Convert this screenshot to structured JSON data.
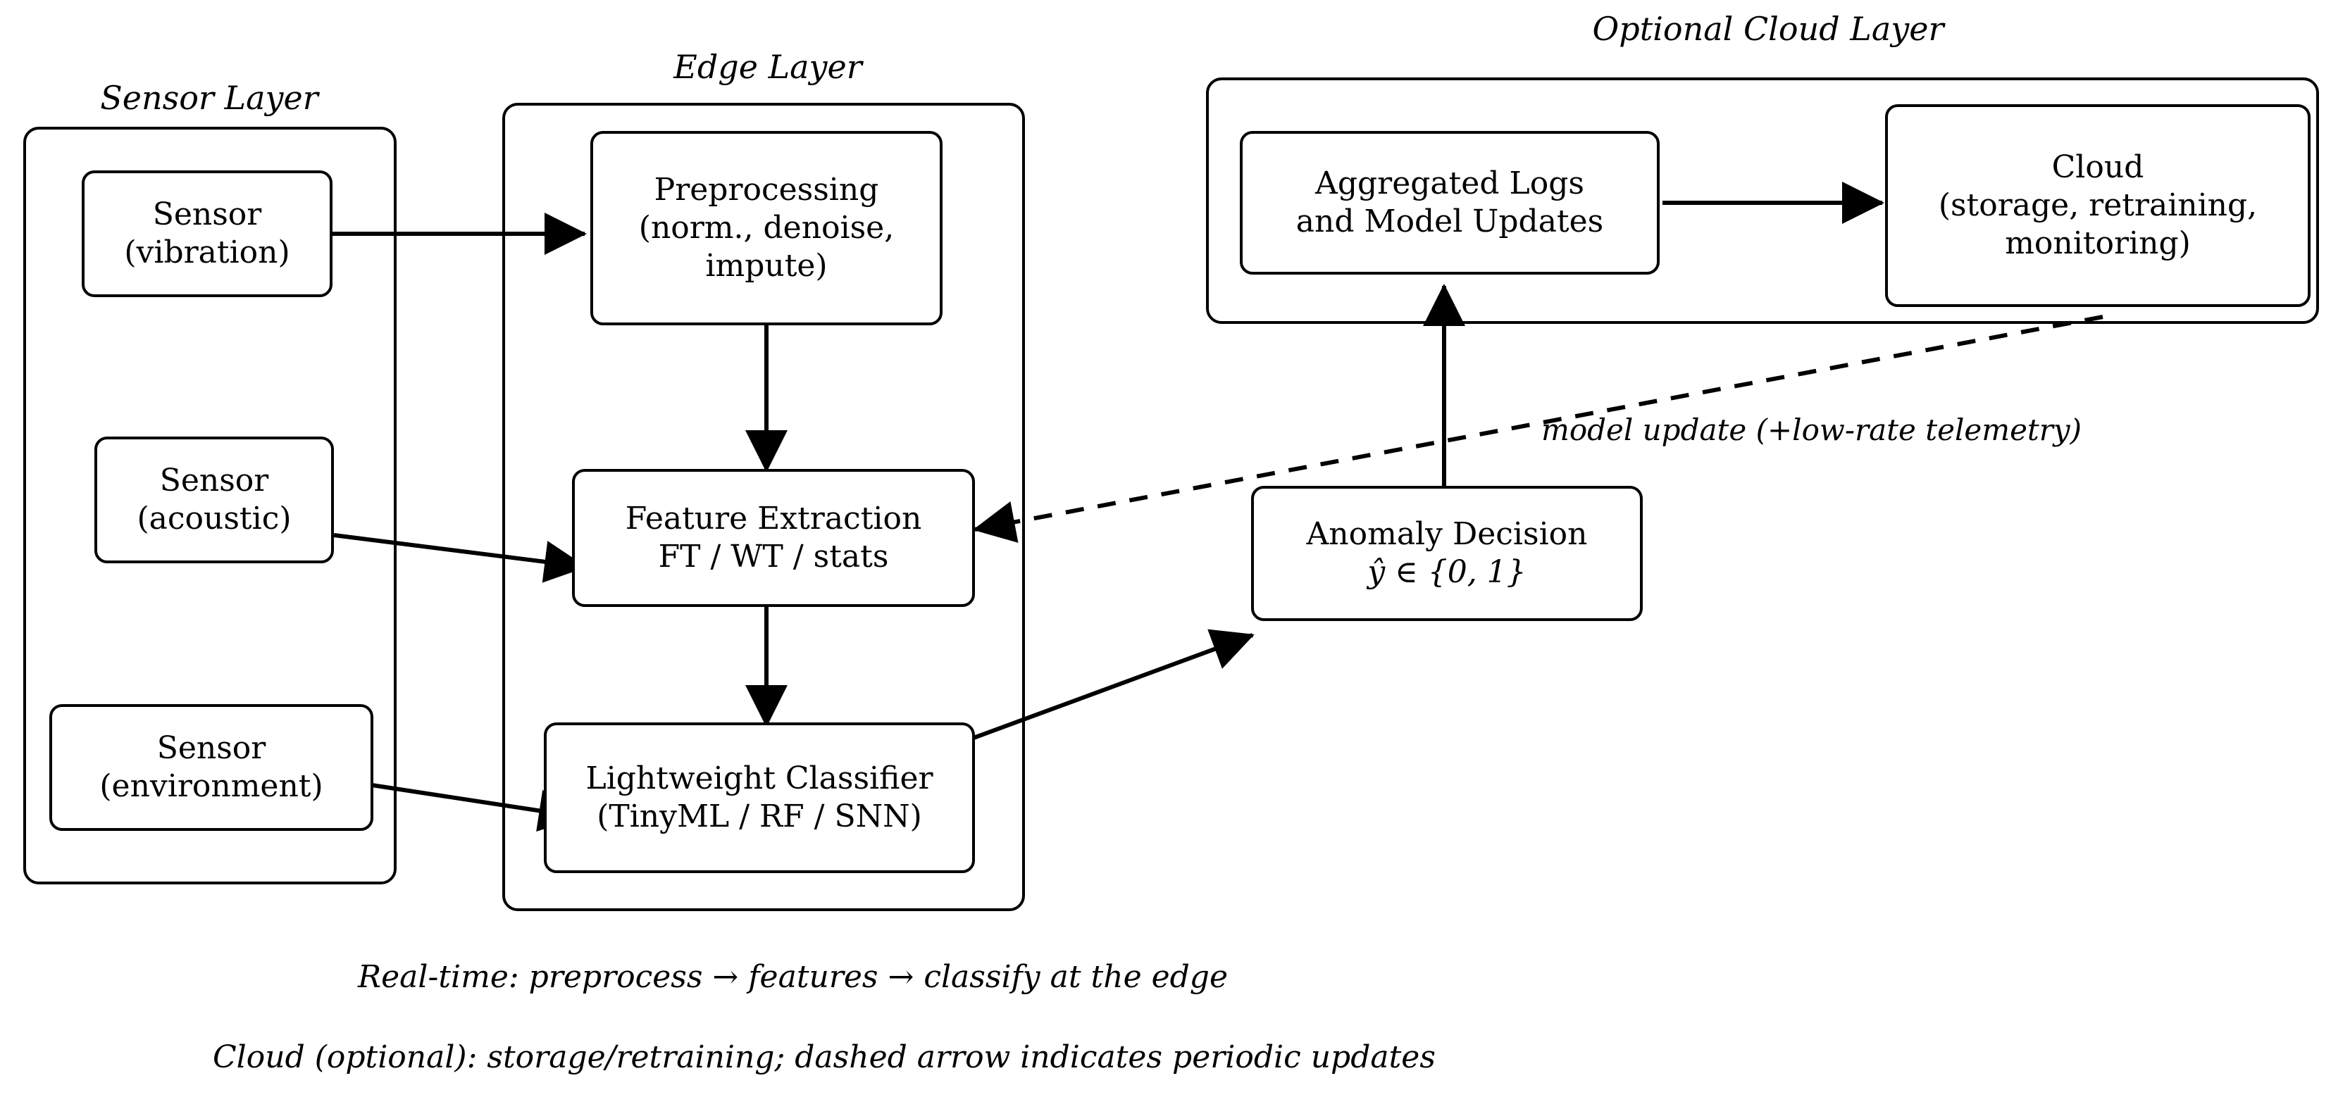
{
  "diagram": {
    "title_sensor_layer": "Sensor Layer",
    "title_edge_layer": "Edge Layer",
    "title_cloud_layer": "Optional Cloud Layer"
  },
  "nodes": {
    "sensor_vibration": {
      "line1": "Sensor",
      "line2": "(vibration)"
    },
    "sensor_acoustic": {
      "line1": "Sensor",
      "line2": "(acoustic)"
    },
    "sensor_environment": {
      "line1": "Sensor",
      "line2": "(environment)"
    },
    "preprocessing": {
      "line1": "Preprocessing",
      "line2": "(norm., denoise,",
      "line3": "impute)"
    },
    "feature_extraction": {
      "line1": "Feature Extraction",
      "line2": "FT / WT / stats"
    },
    "classifier": {
      "line1": "Lightweight Classifier",
      "line2": "(TinyML / RF / SNN)"
    },
    "anomaly_decision": {
      "line1": "Anomaly Decision",
      "line2": "ŷ ∈ {0, 1}"
    },
    "aggregated_logs": {
      "line1": "Aggregated Logs",
      "line2": "and Model Updates"
    },
    "cloud": {
      "line1": "Cloud",
      "line2": "(storage, retraining,",
      "line3": "monitoring)"
    }
  },
  "edges": {
    "model_update_label": "model update (+low-rate telemetry)"
  },
  "captions": {
    "realtime": "Real-time: preprocess → features → classify at the edge",
    "cloud_optional": "Cloud (optional): storage/retraining; dashed arrow indicates periodic updates"
  },
  "colors": {
    "stroke": "#000000",
    "background": "#ffffff",
    "text": "#000000"
  }
}
